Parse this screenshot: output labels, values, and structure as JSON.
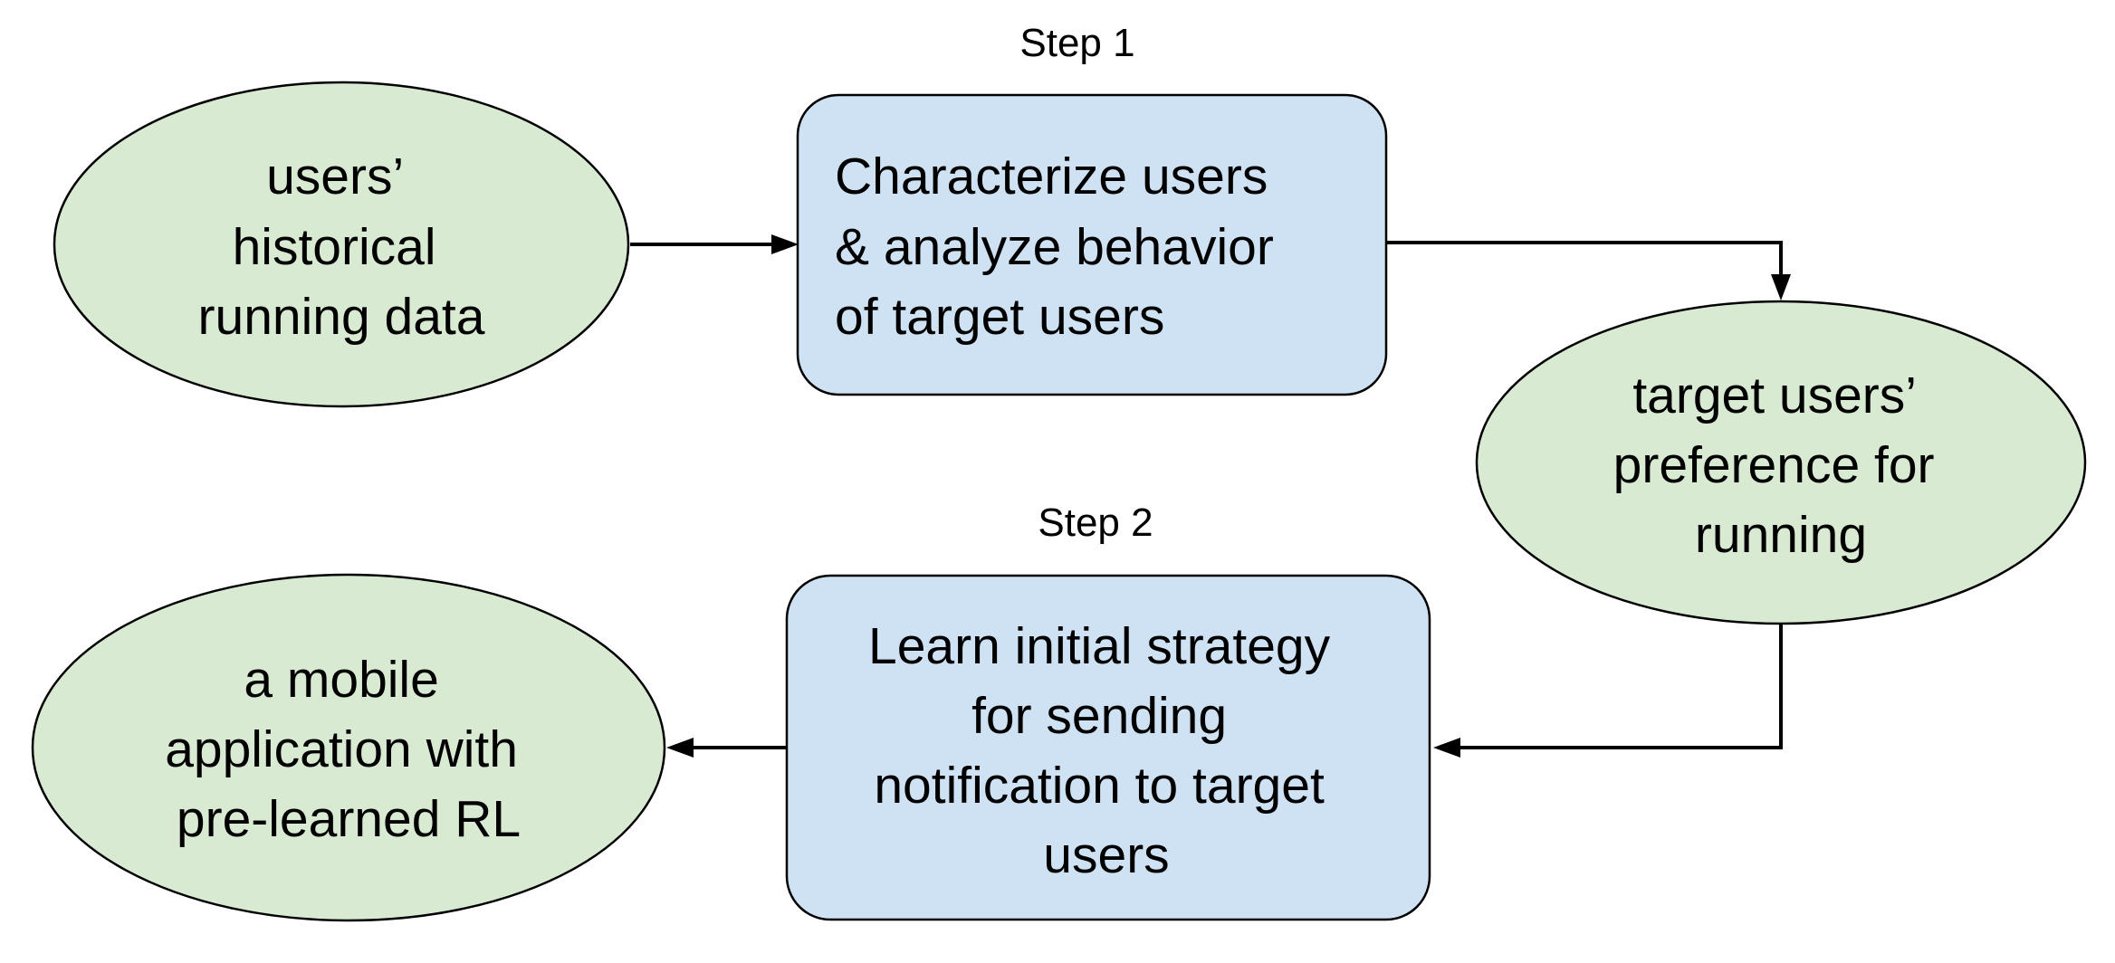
{
  "colors": {
    "ellipse_fill": "#d9ead3",
    "box_fill": "#cfe2f3",
    "stroke": "#000000",
    "text": "#000000"
  },
  "step_labels": {
    "step1": "Step 1",
    "step2": "Step 2"
  },
  "nodes": {
    "historical_data": {
      "shape": "ellipse",
      "lines": [
        "users’",
        "historical",
        "running data"
      ]
    },
    "characterize": {
      "shape": "rounded-rectangle",
      "lines": [
        "Characterize users",
        "& analyze behavior",
        "of target users"
      ]
    },
    "preference": {
      "shape": "ellipse",
      "lines": [
        "target users’",
        "preference for",
        "running"
      ]
    },
    "learn_strategy": {
      "shape": "rounded-rectangle",
      "lines": [
        "Learn initial strategy",
        "for sending",
        "notification to target",
        "users"
      ]
    },
    "mobile_app": {
      "shape": "ellipse",
      "lines": [
        "a mobile",
        "application with",
        "pre-learned RL"
      ]
    }
  },
  "edges": [
    {
      "from": "historical_data",
      "to": "characterize"
    },
    {
      "from": "characterize",
      "to": "preference"
    },
    {
      "from": "preference",
      "to": "learn_strategy"
    },
    {
      "from": "learn_strategy",
      "to": "mobile_app"
    }
  ]
}
